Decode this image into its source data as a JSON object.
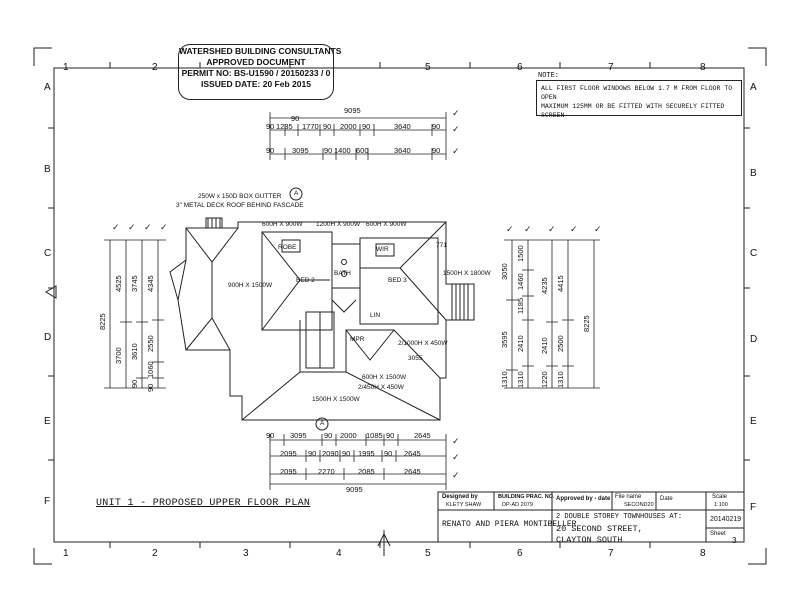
{
  "grid": {
    "columns": [
      "1",
      "2",
      "3",
      "4",
      "5",
      "6",
      "7",
      "8"
    ],
    "rows": [
      "A",
      "B",
      "C",
      "D",
      "E",
      "F"
    ]
  },
  "stamp": {
    "line1": "WATERSHED BUILDING CONSULTANTS",
    "line2": "APPROVED DOCUMENT",
    "line3": "PERMIT NO: BS-U1590 / 20150233 / 0",
    "line4": "ISSUED DATE:  20 Feb 2015"
  },
  "note": {
    "label": "NOTE:",
    "line1": "ALL FIRST FLOOR WINDOWS BELOW 1.7 M FROM FLOOR TO OPEN",
    "line2": "MAXIMUM 125MM OR BE FITTED WITH SECURELY FITTED SCREEN"
  },
  "top_dims": {
    "overall": "9095",
    "row1": [
      "90",
      "1235",
      "90",
      "1770",
      "90",
      "2000",
      "90",
      "3640",
      "90"
    ],
    "row2": [
      "90",
      "3095",
      "90",
      "1400",
      "600",
      "3640",
      "90"
    ]
  },
  "bottom_dims": {
    "row1": [
      "90",
      "3095",
      "90",
      "2000",
      "1085",
      "90",
      "2645"
    ],
    "row2": [
      "2095",
      "90",
      "2090",
      "90",
      "1995",
      "90",
      "2645"
    ],
    "row3": [
      "2095",
      "2270",
      "2085",
      "2645"
    ],
    "overall": "9095"
  },
  "left_dims": {
    "overall": "8225",
    "col_a": [
      "4525",
      "3700"
    ],
    "col_b": [
      "3745",
      "3610",
      "90"
    ],
    "col_c": [
      "4345",
      "2550",
      "1060",
      "90"
    ]
  },
  "right_dims": {
    "col_a": [
      "3050",
      "3595",
      "1310"
    ],
    "col_b": [
      "1500",
      "1460",
      "1185",
      "2410",
      "1310"
    ],
    "col_c": [
      "4235",
      "2410",
      "1220"
    ],
    "col_d": [
      "4415",
      "2500",
      "1310"
    ],
    "overall": "8225"
  },
  "plan_labels": {
    "gutter1": "250W x 150D BOX GUTTER",
    "gutter2": "3\" METAL DECK ROOF BEHIND FASCADE",
    "win_top1": "600H X 900W",
    "win_top2": "1200H X 900W",
    "win_top3": "600H X 900W",
    "bed2": "BED 2",
    "bed3": "BED 3",
    "bath": "BATH",
    "robe": "ROBE",
    "linen": "LIN",
    "wir": "WIR",
    "mpr": "MPR",
    "win_left": "900H X 1500W",
    "win_right": "1500H X 1800W",
    "win_mid1": "2/1000H X 450W",
    "dim_3055": "3055",
    "win_mid2": "600H X 1500W",
    "win_mid3": "2/450H X 450W",
    "win_bottom": "1500H X 1500W",
    "dim_771": "771",
    "section_a": "A"
  },
  "plan_title": "UNIT 1 - PROPOSED UPPER FLOOR PLAN",
  "title_block": {
    "designed_by_label": "Designed by",
    "designed_by_value": "KLETY SHAW",
    "building_prac_label": "BUILDING PRAC. NO.",
    "building_prac_value": "DP-AD 2079",
    "approved_label": "Approved by - date",
    "file_name_label": "File name",
    "file_name_value": "SECOND20",
    "date_label": "Date",
    "scale_label": "Scale",
    "scale_value": "1:100",
    "client": "RENATO AND PIERA MONTIBELLER",
    "project1": "2 DOUBLE STOREY TOWNHOUSES AT:",
    "project2": "20 SECOND STREET,",
    "project3": "CLAYTON SOUTH",
    "drawing_no": "20140219",
    "sheet_label": "Sheet",
    "sheet_value": "3"
  }
}
